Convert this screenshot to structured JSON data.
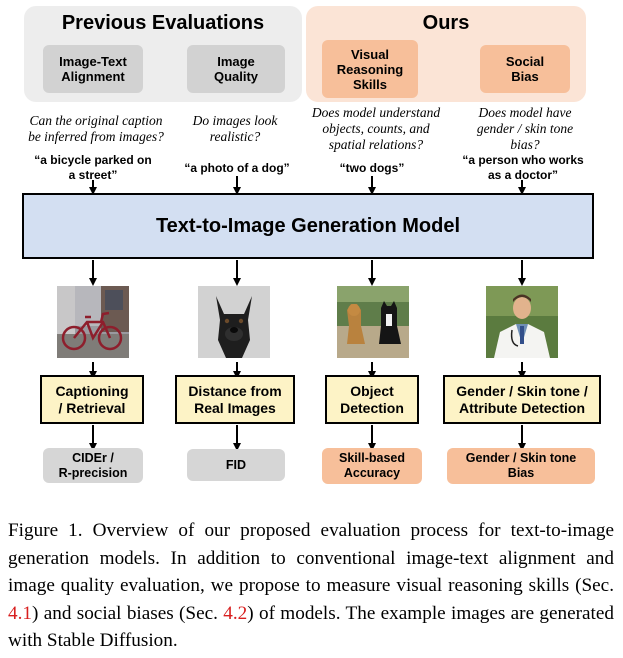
{
  "panels": {
    "previous": {
      "title": "Previous Evaluations",
      "tags": [
        "Image-Text\nAlignment",
        "Image\nQuality"
      ]
    },
    "ours": {
      "title": "Ours",
      "tags": [
        "Visual\nReasoning\nSkills",
        "Social\nBias"
      ]
    }
  },
  "columns": [
    {
      "question": "Can the original caption\nbe inferred from images?",
      "prompt": "“a bicycle parked on\na street”",
      "image_icon": "bicycle-image-icon",
      "eval": "Captioning\n/ Retrieval",
      "metric": "CIDEr /\nR-precision"
    },
    {
      "question": "Do images look\nrealistic?",
      "prompt": "“a photo of a dog”",
      "image_icon": "dog-image-icon",
      "eval": "Distance from\nReal Images",
      "metric": "FID"
    },
    {
      "question": "Does model understand\nobjects, counts, and\nspatial relations?",
      "prompt": "“two dogs”",
      "image_icon": "two-dogs-image-icon",
      "eval": "Object\nDetection",
      "metric": "Skill-based\nAccuracy"
    },
    {
      "question": "Does model have\ngender / skin tone\nbias?",
      "prompt": "“a person who works\nas a doctor”",
      "image_icon": "doctor-image-icon",
      "eval": "Gender / Skin tone /\nAttribute Detection",
      "metric": "Gender / Skin tone\nBias"
    }
  ],
  "model": {
    "title": "Text-to-Image Generation Model"
  },
  "caption": {
    "part1": "Figure 1.  Overview of our proposed evaluation process for text-to-image generation models.  In addition to conventional image-text alignment and image quality evaluation, we propose to measure visual reasoning skills (Sec. ",
    "ref1": "4.1",
    "part2": ") and social biases (Sec. ",
    "ref2": "4.2",
    "part3": ") of models. The example images are generated with Stable Diffusion."
  },
  "colors": {
    "previous_panel": "#ededed",
    "ours_panel": "#fbe4d6",
    "gray_tag": "#d2d2d2",
    "orange_tag": "#f7bf9a",
    "model_box": "#d3dff2",
    "eval_box": "#fdf3c6",
    "reference": "#d81e1e"
  }
}
